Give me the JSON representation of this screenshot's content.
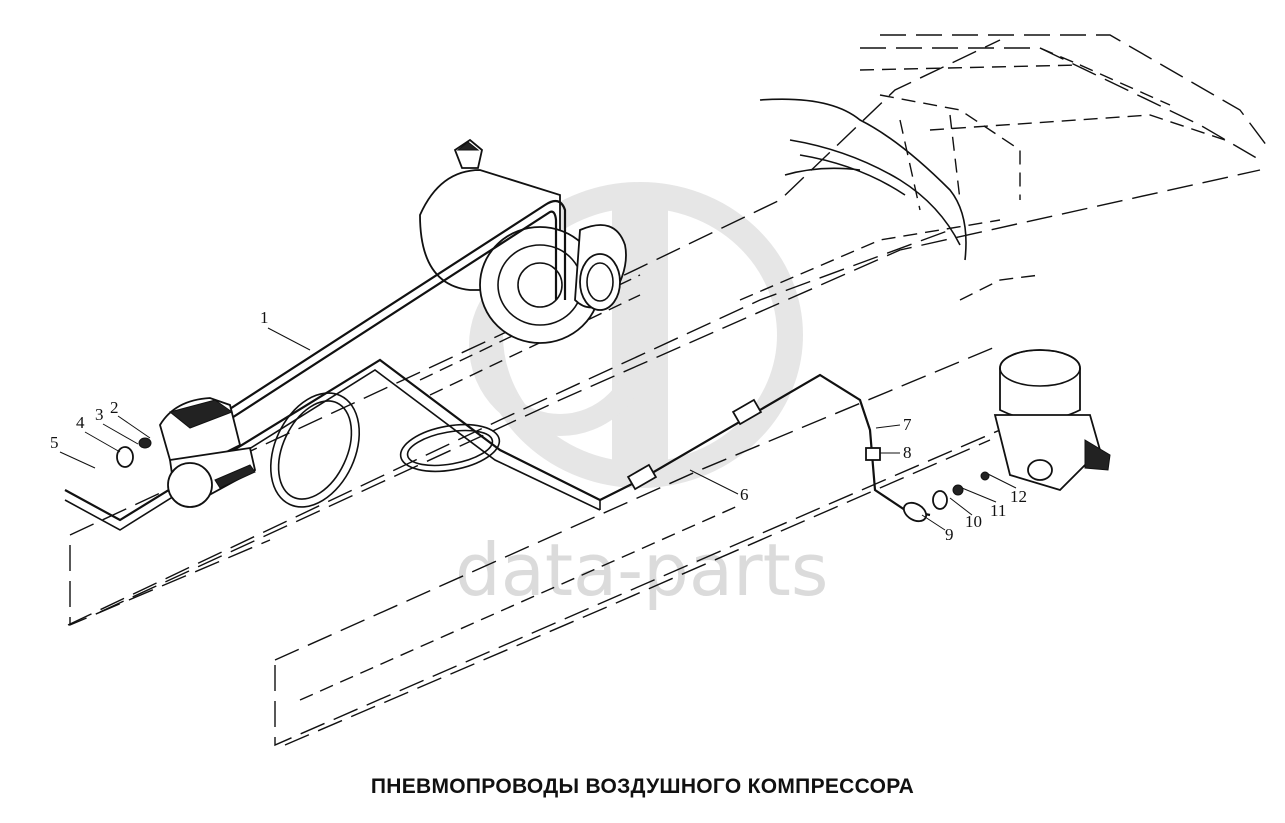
{
  "title": "ПНЕВМОПРОВОДЫ ВОЗДУШНОГО КОМПРЕССОРА",
  "watermark": "data-parts",
  "callouts": [
    "1",
    "2",
    "3",
    "4",
    "5",
    "6",
    "7",
    "8",
    "9",
    "10",
    "11",
    "12"
  ],
  "parts": {
    "compressor": "air-compressor",
    "turbocharger": "turbocharger",
    "dryer": "air-dryer",
    "pipe": "air-pipe"
  }
}
